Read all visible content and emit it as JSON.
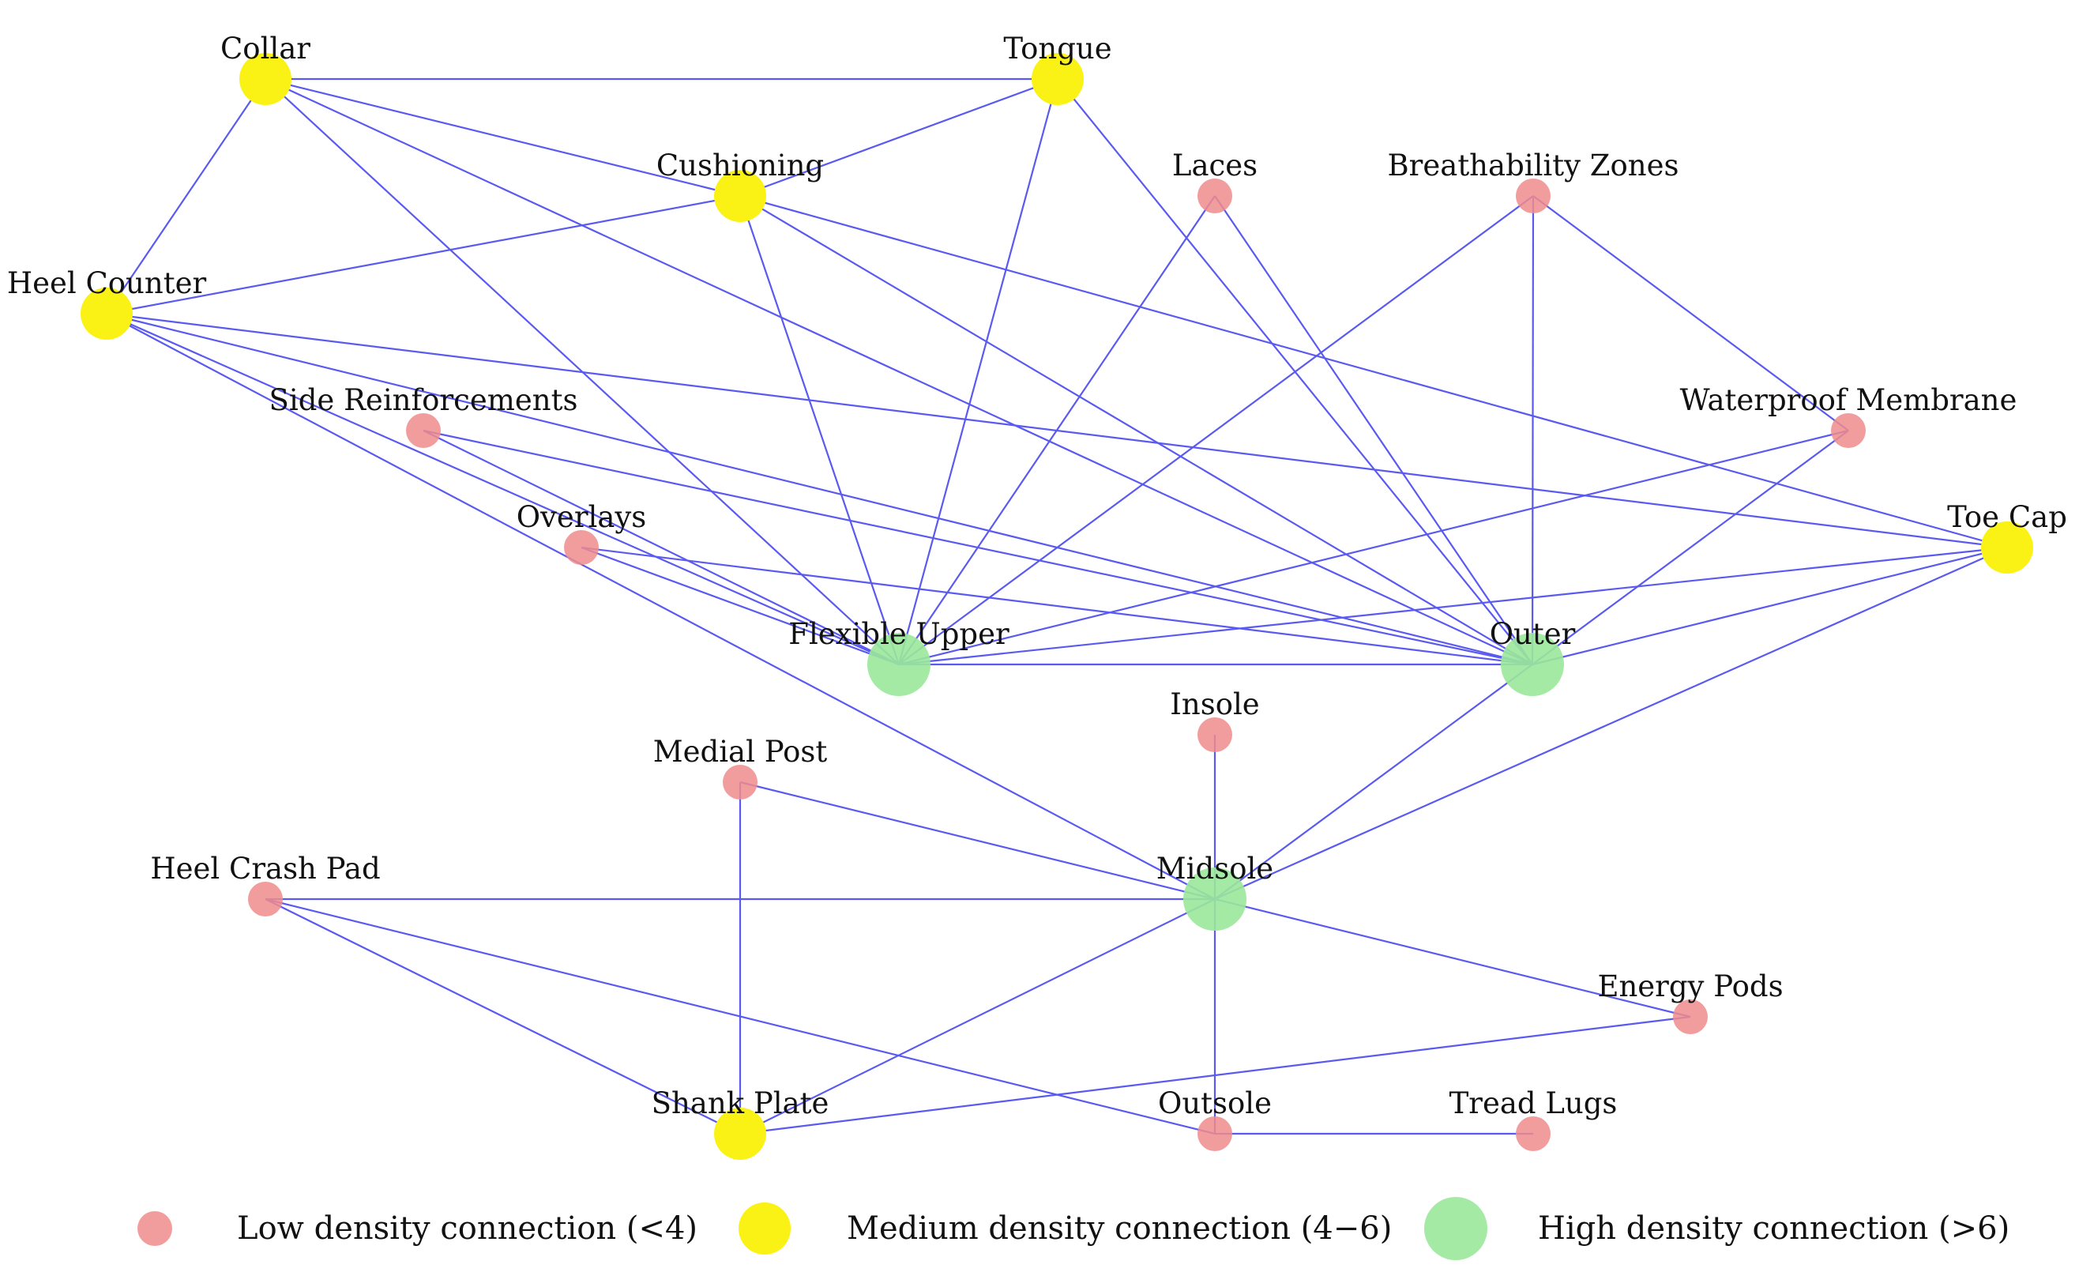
{
  "colors": {
    "edge": "#5a5af0",
    "low": "#f08c8c",
    "medium": "#fbf215",
    "high": "#9ae89a"
  },
  "nodes": [
    {
      "id": "collar",
      "label": "Collar",
      "level": "medium"
    },
    {
      "id": "tongue",
      "label": "Tongue",
      "level": "medium"
    },
    {
      "id": "cushioning",
      "label": "Cushioning",
      "level": "medium"
    },
    {
      "id": "laces",
      "label": "Laces",
      "level": "low"
    },
    {
      "id": "breathability",
      "label": "Breathability Zones",
      "level": "low"
    },
    {
      "id": "heel_counter",
      "label": "Heel Counter",
      "level": "medium"
    },
    {
      "id": "side_reinf",
      "label": "Side Reinforcements",
      "level": "low"
    },
    {
      "id": "waterproof",
      "label": "Waterproof Membrane",
      "level": "low"
    },
    {
      "id": "overlays",
      "label": "Overlays",
      "level": "low"
    },
    {
      "id": "toe_cap",
      "label": "Toe Cap",
      "level": "medium"
    },
    {
      "id": "flex_upper",
      "label": "Flexible Upper",
      "level": "high"
    },
    {
      "id": "outer",
      "label": "Outer",
      "level": "high"
    },
    {
      "id": "insole",
      "label": "Insole",
      "level": "low"
    },
    {
      "id": "medial_post",
      "label": "Medial Post",
      "level": "low"
    },
    {
      "id": "heel_crash",
      "label": "Heel Crash Pad",
      "level": "low"
    },
    {
      "id": "midsole",
      "label": "Midsole",
      "level": "high"
    },
    {
      "id": "energy_pods",
      "label": "Energy Pods",
      "level": "low"
    },
    {
      "id": "shank_plate",
      "label": "Shank Plate",
      "level": "medium"
    },
    {
      "id": "outsole",
      "label": "Outsole",
      "level": "low"
    },
    {
      "id": "tread_lugs",
      "label": "Tread Lugs",
      "level": "low"
    }
  ],
  "edges": [
    [
      "collar",
      "tongue"
    ],
    [
      "collar",
      "heel_counter"
    ],
    [
      "collar",
      "cushioning"
    ],
    [
      "collar",
      "flex_upper"
    ],
    [
      "collar",
      "outer"
    ],
    [
      "tongue",
      "cushioning"
    ],
    [
      "tongue",
      "flex_upper"
    ],
    [
      "tongue",
      "outer"
    ],
    [
      "cushioning",
      "heel_counter"
    ],
    [
      "cushioning",
      "flex_upper"
    ],
    [
      "cushioning",
      "outer"
    ],
    [
      "cushioning",
      "toe_cap"
    ],
    [
      "laces",
      "flex_upper"
    ],
    [
      "laces",
      "outer"
    ],
    [
      "breathability",
      "flex_upper"
    ],
    [
      "breathability",
      "outer"
    ],
    [
      "breathability",
      "waterproof"
    ],
    [
      "heel_counter",
      "toe_cap"
    ],
    [
      "heel_counter",
      "flex_upper"
    ],
    [
      "heel_counter",
      "outer"
    ],
    [
      "heel_counter",
      "midsole"
    ],
    [
      "side_reinf",
      "flex_upper"
    ],
    [
      "side_reinf",
      "outer"
    ],
    [
      "overlays",
      "flex_upper"
    ],
    [
      "overlays",
      "outer"
    ],
    [
      "waterproof",
      "flex_upper"
    ],
    [
      "waterproof",
      "outer"
    ],
    [
      "toe_cap",
      "flex_upper"
    ],
    [
      "toe_cap",
      "outer"
    ],
    [
      "toe_cap",
      "midsole"
    ],
    [
      "flex_upper",
      "outer"
    ],
    [
      "outer",
      "midsole"
    ],
    [
      "insole",
      "midsole"
    ],
    [
      "medial_post",
      "midsole"
    ],
    [
      "medial_post",
      "shank_plate"
    ],
    [
      "heel_crash",
      "midsole"
    ],
    [
      "heel_crash",
      "shank_plate"
    ],
    [
      "heel_crash",
      "outsole"
    ],
    [
      "midsole",
      "energy_pods"
    ],
    [
      "midsole",
      "shank_plate"
    ],
    [
      "midsole",
      "outsole"
    ],
    [
      "energy_pods",
      "shank_plate"
    ],
    [
      "outsole",
      "tread_lugs"
    ]
  ],
  "legend": [
    {
      "level": "low",
      "label": "Low density connection (<4)"
    },
    {
      "level": "medium",
      "label": "Medium density connection (4−6)"
    },
    {
      "level": "high",
      "label": "High density connection (>6)"
    }
  ]
}
